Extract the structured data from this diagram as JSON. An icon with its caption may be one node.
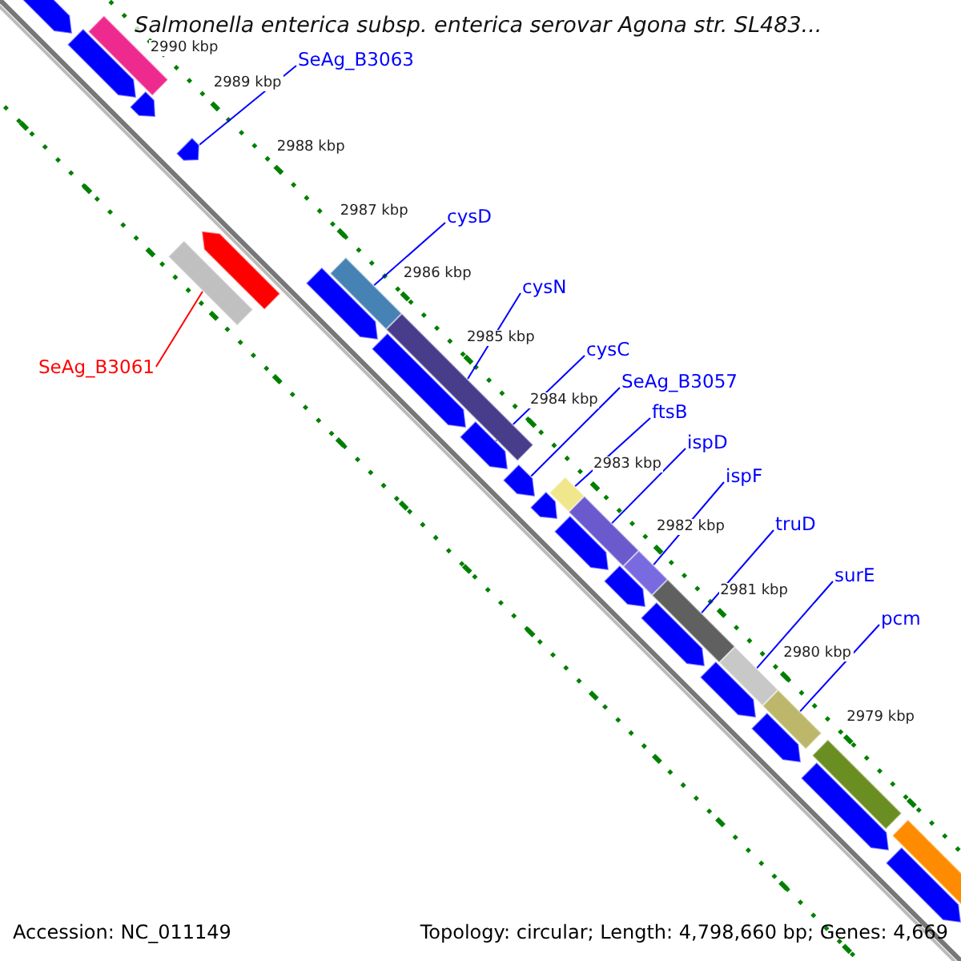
{
  "diagram": {
    "title": "Salmonella enterica subsp. enterica serovar Agona str. SL483...",
    "nodes": [
      {
        "text": [
          "SeAg_B3063"
        ]
      },
      {
        "text": [
          "cysD"
        ]
      },
      {
        "text": [
          "cysN"
        ]
      },
      {
        "text": [
          "cysC"
        ]
      },
      {
        "text": [
          "SeAg_B3061"
        ]
      },
      {
        "text": [
          "SeAg_B3057"
        ]
      },
      {
        "text": [
          "ftsB"
        ]
      },
      {
        "text": [
          "ispD"
        ]
      },
      {
        "text": [
          "ispF"
        ]
      },
      {
        "text": [
          "truD"
        ]
      },
      {
        "text": [
          "surE"
        ]
      },
      {
        "text": [
          "pcm"
        ]
      },
      {
        "text": [],
        "shape": "arrow"
      },
      {
        "text": [],
        "shape": "arrow"
      },
      {
        "text": [],
        "shape": "bar"
      },
      {
        "text": [],
        "shape": "bar"
      },
      {
        "text": [],
        "shape": "bar"
      },
      {
        "text": [],
        "shape": "arrow"
      },
      {
        "text": [],
        "shape": "arrow"
      },
      {
        "text": [],
        "shape": "arrow"
      },
      {
        "text": [],
        "shape": "bar"
      },
      {
        "text": [],
        "shape": "bar"
      },
      {
        "text": [],
        "shape": "bar"
      },
      {
        "text": [],
        "shape": "bar"
      },
      {
        "text": [],
        "shape": "bar"
      },
      {
        "text": [],
        "shape": "bar"
      }
    ],
    "edges": [
      {
        "from": 0,
        "to": 13,
        "arrow": "none"
      },
      {
        "from": 1,
        "to": 15,
        "arrow": "none"
      },
      {
        "from": 2,
        "to": 16,
        "arrow": "none"
      },
      {
        "from": 3,
        "to": 17,
        "arrow": "none"
      },
      {
        "from": 4,
        "to": 14,
        "arrow": "none",
        "color": "#ff0000"
      },
      {
        "from": 5,
        "to": 18,
        "arrow": "none"
      },
      {
        "from": 6,
        "to": 20,
        "arrow": "none"
      },
      {
        "from": 7,
        "to": 21,
        "arrow": "none"
      },
      {
        "from": 8,
        "to": 22,
        "arrow": "none"
      },
      {
        "from": 9,
        "to": 23,
        "arrow": "none"
      },
      {
        "from": 10,
        "to": 24,
        "arrow": "none"
      },
      {
        "from": 11,
        "to": 25,
        "arrow": "none"
      }
    ],
    "labels": [
      "2990 kbp",
      "2989 kbp",
      "2988 kbp",
      "2987 kbp",
      "2986 kbp",
      "2985 kbp",
      "2984 kbp",
      "2983 kbp",
      "2982 kbp",
      "2981 kbp",
      "2980 kbp",
      "2979 kbp",
      "Accession: NC_011149",
      "Topology: circular; Length: 4,798,660 bp; Genes: 4,669"
    ]
  }
}
